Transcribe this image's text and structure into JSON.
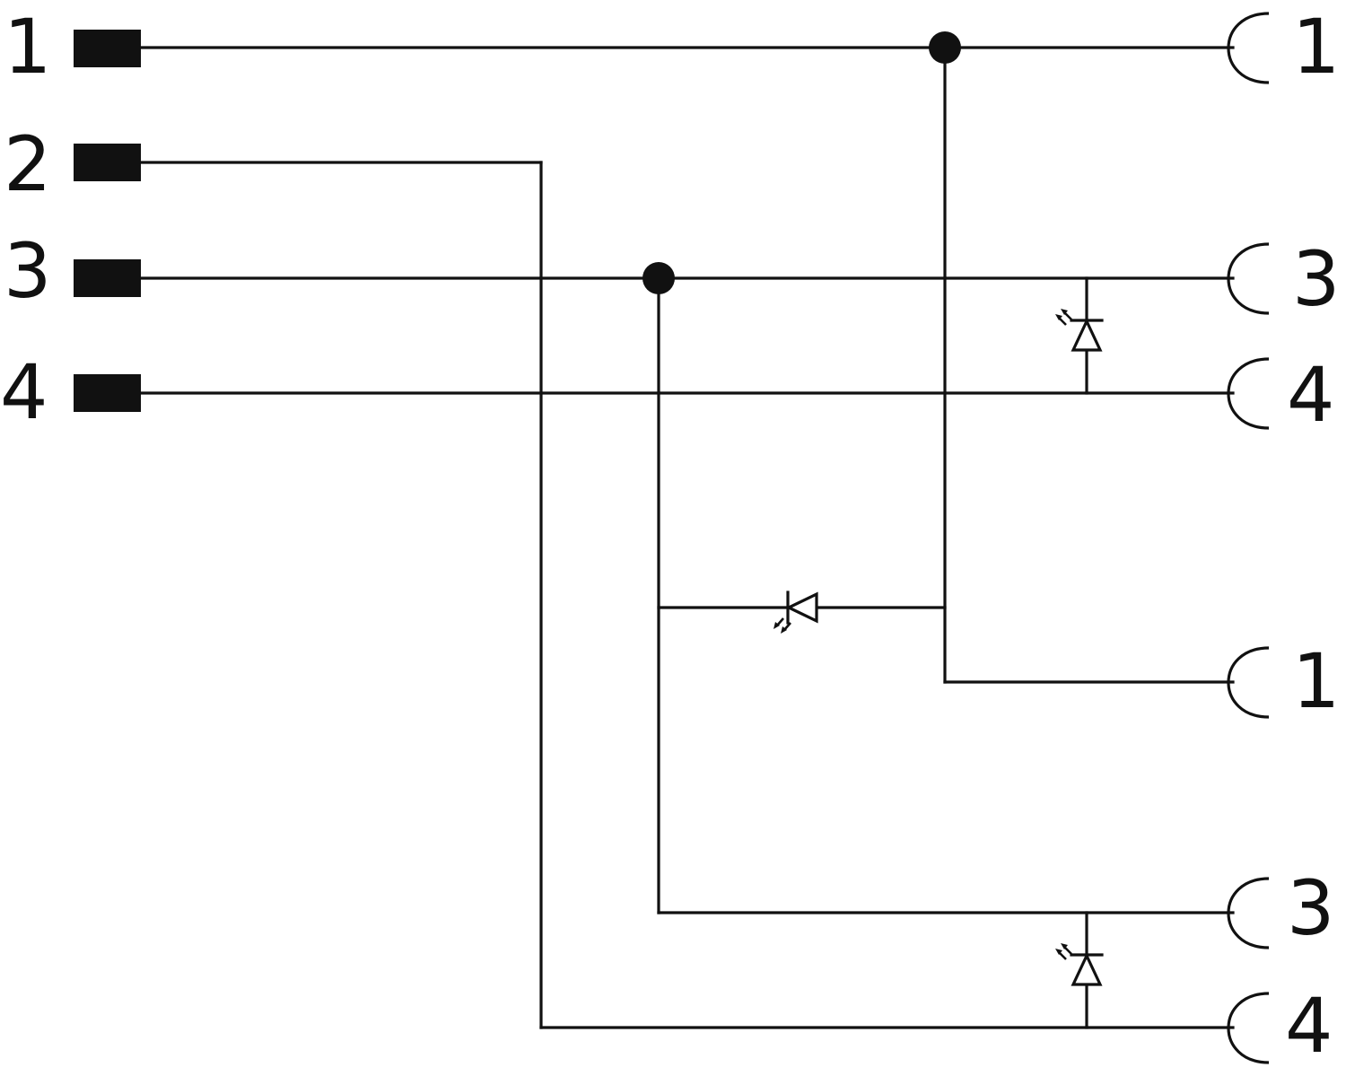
{
  "plug": {
    "pins": [
      {
        "label": "1"
      },
      {
        "label": "2"
      },
      {
        "label": "3"
      },
      {
        "label": "4"
      }
    ]
  },
  "socket_a": {
    "pins": [
      {
        "label": "1"
      },
      {
        "label": "3"
      },
      {
        "label": "4"
      }
    ]
  },
  "socket_b": {
    "pins": [
      {
        "label": "1"
      },
      {
        "label": "3"
      },
      {
        "label": "4"
      }
    ]
  },
  "colors": {
    "line": "#111111",
    "background": "#ffffff"
  }
}
